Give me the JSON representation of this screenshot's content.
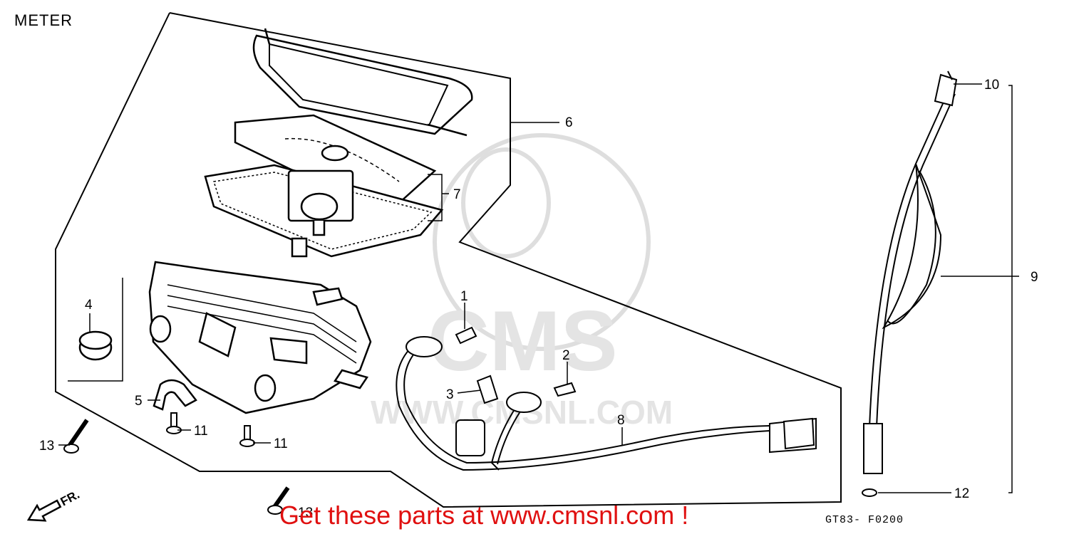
{
  "header": {
    "title": "METER"
  },
  "footer": {
    "code": "GT83- F0200",
    "promo": "Get these parts at www.cmsnl.com !"
  },
  "watermark": {
    "text": "CMS",
    "url": "WWW.CMSNL.COM"
  },
  "direction_label": "FR.",
  "callouts": [
    {
      "id": "1",
      "label": "1"
    },
    {
      "id": "2",
      "label": "2"
    },
    {
      "id": "3",
      "label": "3"
    },
    {
      "id": "4",
      "label": "4"
    },
    {
      "id": "5",
      "label": "5"
    },
    {
      "id": "6",
      "label": "6"
    },
    {
      "id": "7",
      "label": "7"
    },
    {
      "id": "8",
      "label": "8"
    },
    {
      "id": "9",
      "label": "9"
    },
    {
      "id": "10",
      "label": "10"
    },
    {
      "id": "11a",
      "label": "11"
    },
    {
      "id": "11b",
      "label": "11"
    },
    {
      "id": "12",
      "label": "12"
    },
    {
      "id": "13a",
      "label": "13"
    },
    {
      "id": "13b",
      "label": "13"
    }
  ],
  "colors": {
    "line": "#000000",
    "promo": "#e01010",
    "watermark": "#d8d8d8"
  }
}
